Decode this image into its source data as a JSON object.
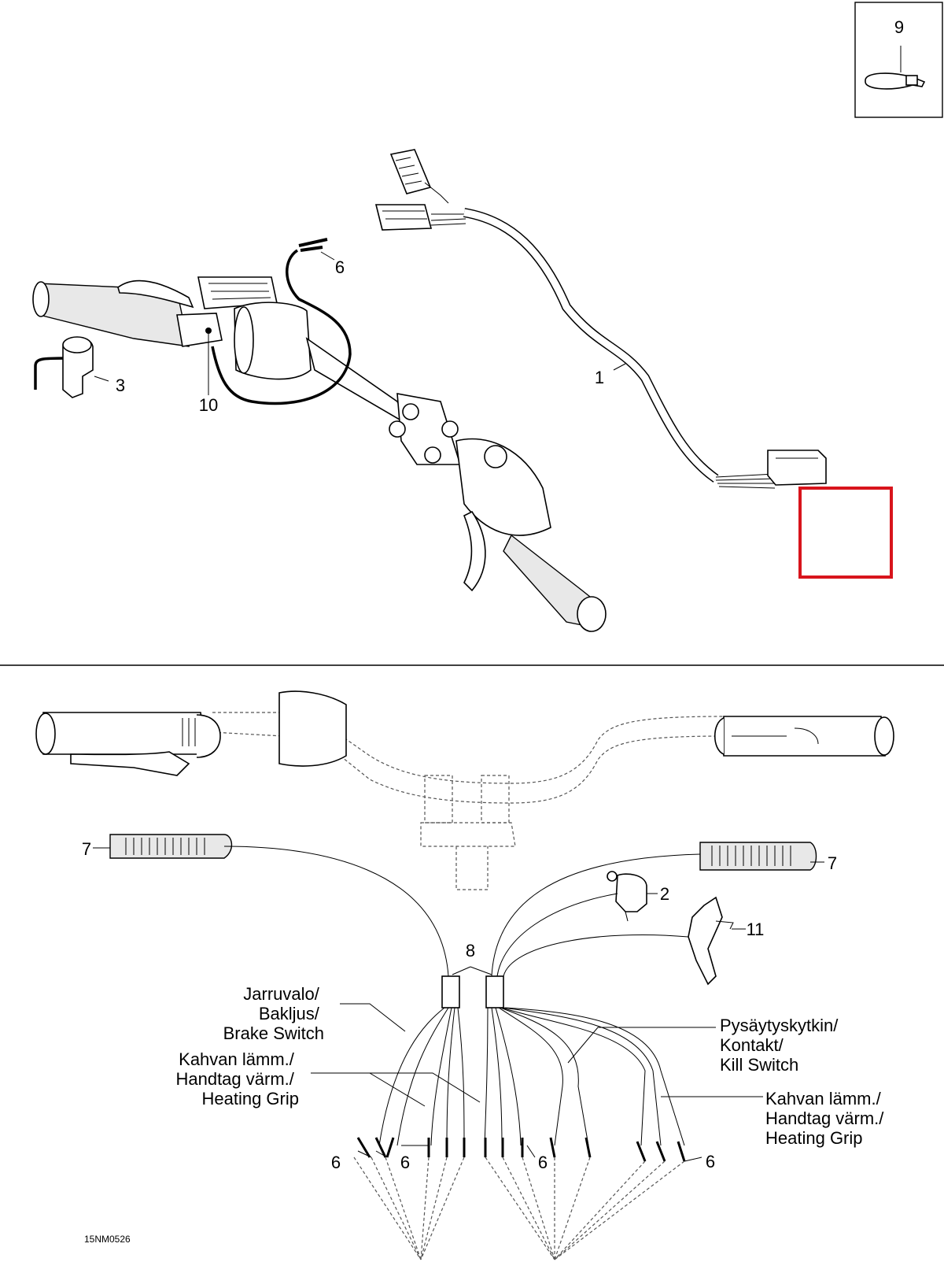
{
  "callouts": {
    "c9": "9",
    "c6_top": "6",
    "c1": "1",
    "c3": "3",
    "c10": "10",
    "c7_left": "7",
    "c7_right": "7",
    "c2": "2",
    "c11": "11",
    "c8": "8",
    "c6_a": "6",
    "c6_b": "6",
    "c6_c": "6",
    "c6_d": "6"
  },
  "labels": {
    "brake_switch": [
      "Jarruvalo/",
      "Bakljus/",
      "Brake Switch"
    ],
    "heating_grip_left": [
      "Kahvan lämm./",
      "Handtag värm./",
      "Heating Grip"
    ],
    "kill_switch": [
      "Pysäytyskytkin/",
      "Kontakt/",
      "Kill Switch"
    ],
    "heating_grip_right": [
      "Kahvan lämm./",
      "Handtag värm./",
      "Heating Grip"
    ]
  },
  "drawing_code": "15NM0526",
  "colors": {
    "highlight": "#d8141c",
    "line": "#000000"
  }
}
